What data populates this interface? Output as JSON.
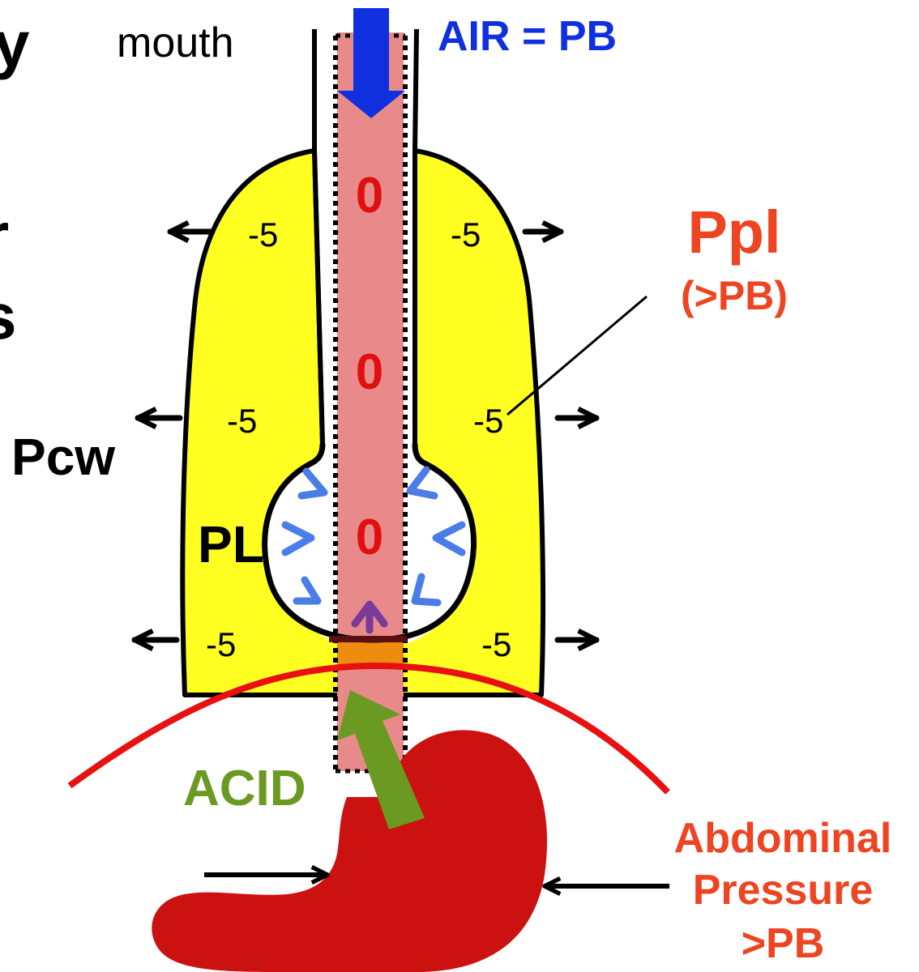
{
  "labels": {
    "mouth": "mouth",
    "air": "AIR = PB",
    "ppl": "Ppl",
    "ppl_sub": "(>PB)",
    "pcw": "Pcw",
    "pl": "PL",
    "acid": "ACID",
    "abdominal_1": "Abdominal",
    "abdominal_2": "Pressure",
    "abdominal_3": ">PB",
    "cut_1": "y",
    "cut_2": "r",
    "cut_3": "s"
  },
  "pleural_values": {
    "left_upper": "-5",
    "right_upper": "-5",
    "left_middle": "-5",
    "right_middle": "-5",
    "left_lower": "-5",
    "right_lower": "-5"
  },
  "airway_values": {
    "upper": "0",
    "middle": "0",
    "alveolus": "0"
  },
  "colors": {
    "pleural_space": "#ffff22",
    "airway": "#e88a8a",
    "pressure_zero": "#e01010",
    "air_arrow": "#1030e0",
    "alveolar_arrows": "#4a7de8",
    "diaphragm": "#e81010",
    "stomach": "#cc1111",
    "acid": "#6a9a22",
    "sphincter": "#ee8c10",
    "ppl_text": "#ee4422",
    "upward_arrow": "#7a3a9a"
  }
}
